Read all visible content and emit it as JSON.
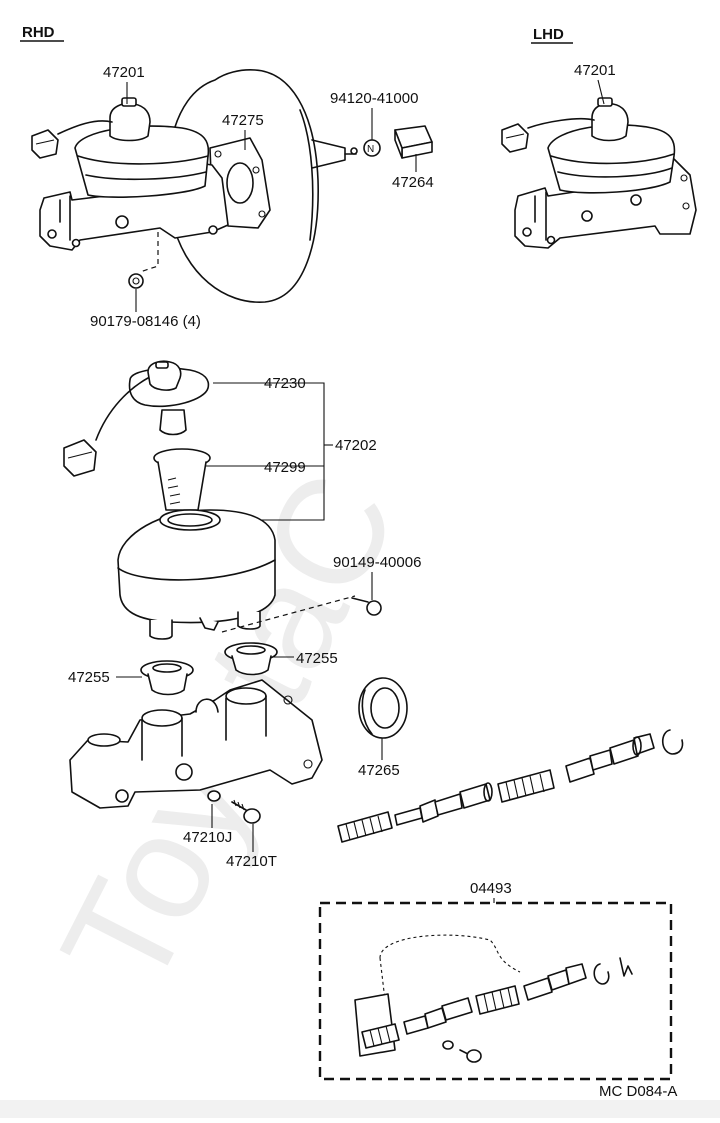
{
  "headers": {
    "rhd": "RHD",
    "lhd": "LHD"
  },
  "watermark": "ToyotaC",
  "part_labels": {
    "p47201_rhd": "47201",
    "p47201_lhd": "47201",
    "p47275": "47275",
    "p94120": "94120-41000",
    "p47264": "47264",
    "p90179": "90179-08146 (4)",
    "p47230": "47230",
    "p47202": "47202",
    "p47299": "47299",
    "p90149": "90149-40006",
    "p47255_left": "47255",
    "p47255_right": "47255",
    "p47265": "47265",
    "p47210J": "47210J",
    "p47210T": "47210T",
    "p04493": "04493"
  },
  "nut_symbol": "N",
  "diagram_code": "MC  D084-A"
}
